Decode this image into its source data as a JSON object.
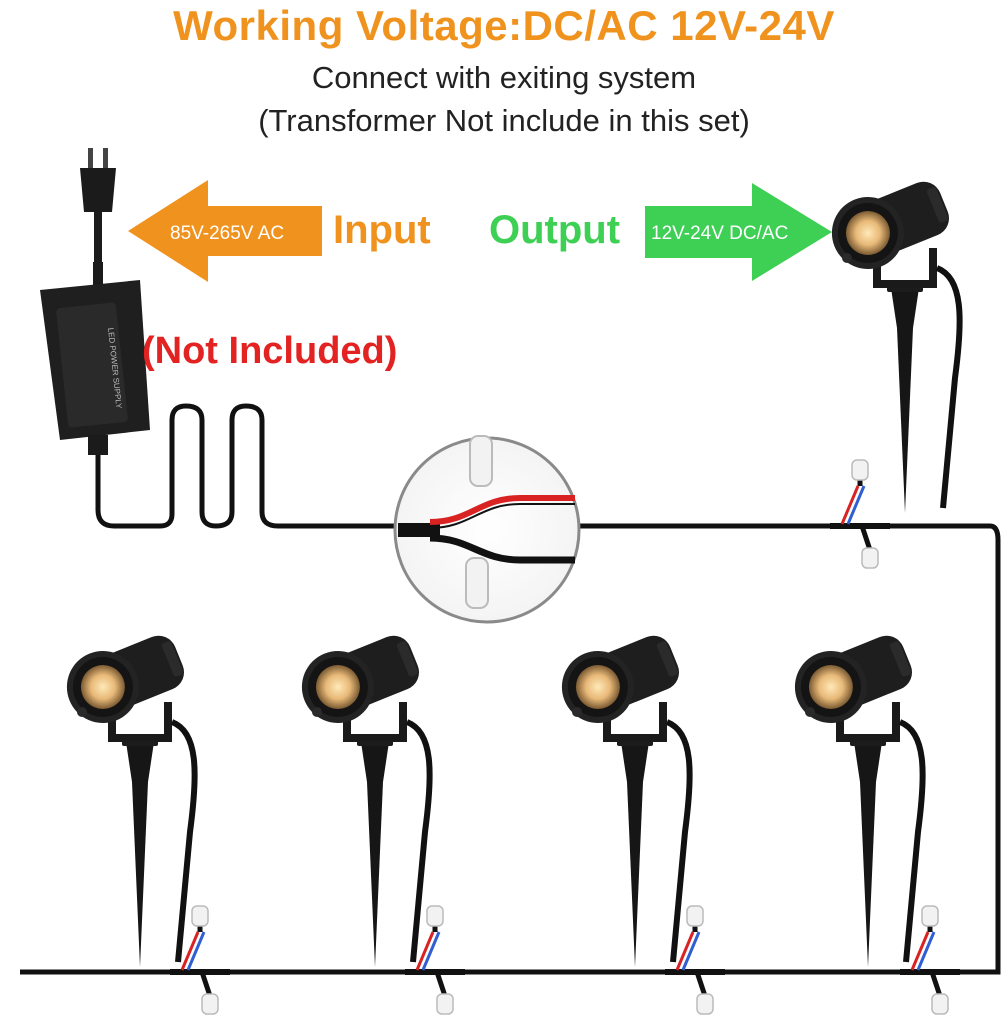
{
  "header": {
    "title": "Working Voltage:DC/AC 12V-24V",
    "subtitle_line1": "Connect with exiting system",
    "subtitle_line2": "(Transformer Not include in this set)"
  },
  "input": {
    "label": "Input",
    "arrow_text": "85V-265V AC",
    "color": "#f0931e"
  },
  "output": {
    "label": "Output",
    "arrow_text": "12V-24V DC/AC",
    "color": "#3ecf55"
  },
  "transformer": {
    "note": "(Not Included)",
    "label_text": "LED POWER SUPPLY"
  },
  "colors": {
    "cable": "#111111",
    "red_wire": "#d92323",
    "blue_wire": "#2f5fd0",
    "note": "#e32222"
  },
  "lights_count": 5
}
